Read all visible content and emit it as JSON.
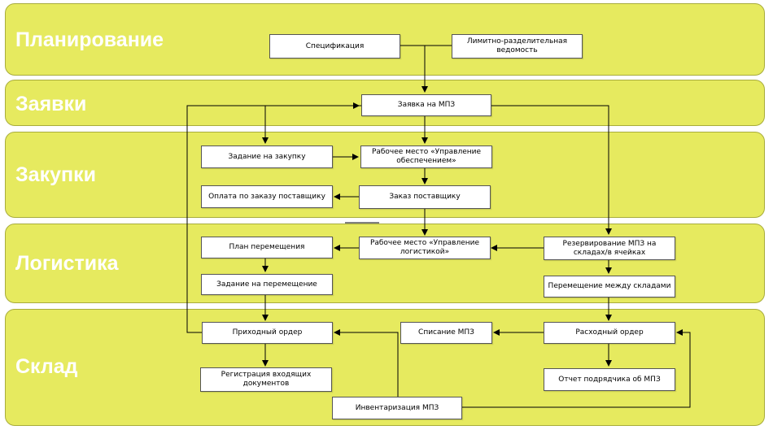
{
  "lanes": {
    "planning": "Планирование",
    "requests": "Заявки",
    "purchases": "Закупки",
    "logistics": "Логистика",
    "warehouse": "Склад"
  },
  "boxes": {
    "specification": "Спецификация",
    "limit_sheet": "Лимитно-разделительная ведомость",
    "mpz_request": "Заявка на МПЗ",
    "purchase_task": "Задание на закупку",
    "supply_workplace": "Рабочее место «Управление обеспечением»",
    "supplier_payment": "Оплата по заказу поставщику",
    "supplier_order": "Заказ поставщику",
    "movement_plan": "План перемещения",
    "logistics_workplace": "Рабочее место «Управление логистикой»",
    "reservation": "Резервирование МПЗ на складах/в ячейках",
    "movement_task": "Задание на перемещение",
    "inter_warehouse_move": "Перемещение между складами",
    "receipt_order": "Приходный ордер",
    "write_off": "Списание МПЗ",
    "expense_order": "Расходный ордер",
    "incoming_docs": "Регистрация входящих документов",
    "contractor_report": "Отчет подрядчика об МПЗ",
    "inventory": "Инвентаризация МПЗ"
  }
}
